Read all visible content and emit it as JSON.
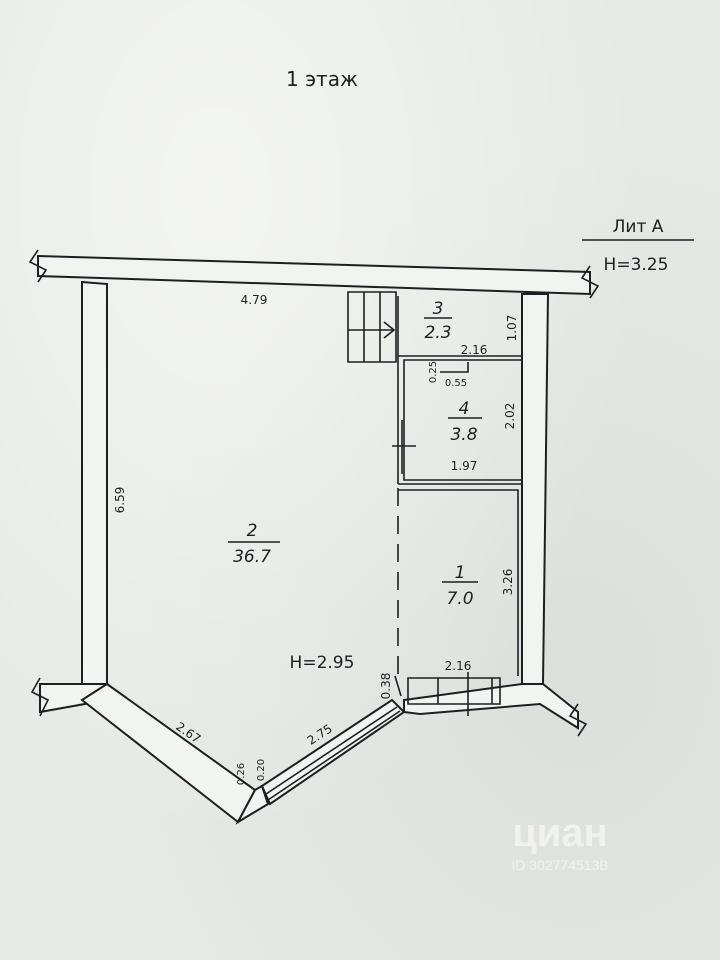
{
  "title": "1 этаж",
  "lit": {
    "name": "Лит А",
    "height": "H=3.25"
  },
  "floor_height": "H=2.95",
  "rooms": [
    {
      "number": "1",
      "area": "7.0"
    },
    {
      "number": "2",
      "area": "36.7"
    },
    {
      "number": "3",
      "area": "2.3"
    },
    {
      "number": "4",
      "area": "3.8"
    }
  ],
  "dimensions": {
    "top_main": "4.79",
    "left_height": "6.59",
    "diag_left": "2.67",
    "diag_window": "2.75",
    "corner_a": "0.26",
    "corner_b": "0.20",
    "entry_side": "0.38",
    "room3_height": "1.07",
    "room3_width": "2.16",
    "room4_small_a": "0.25",
    "room4_small_b": "0.55",
    "room4_height": "2.02",
    "room4_width": "1.97",
    "room1_height": "3.26",
    "room1_width": "2.16"
  },
  "watermark": {
    "brand": "циан",
    "id": "ID 302774513B"
  }
}
